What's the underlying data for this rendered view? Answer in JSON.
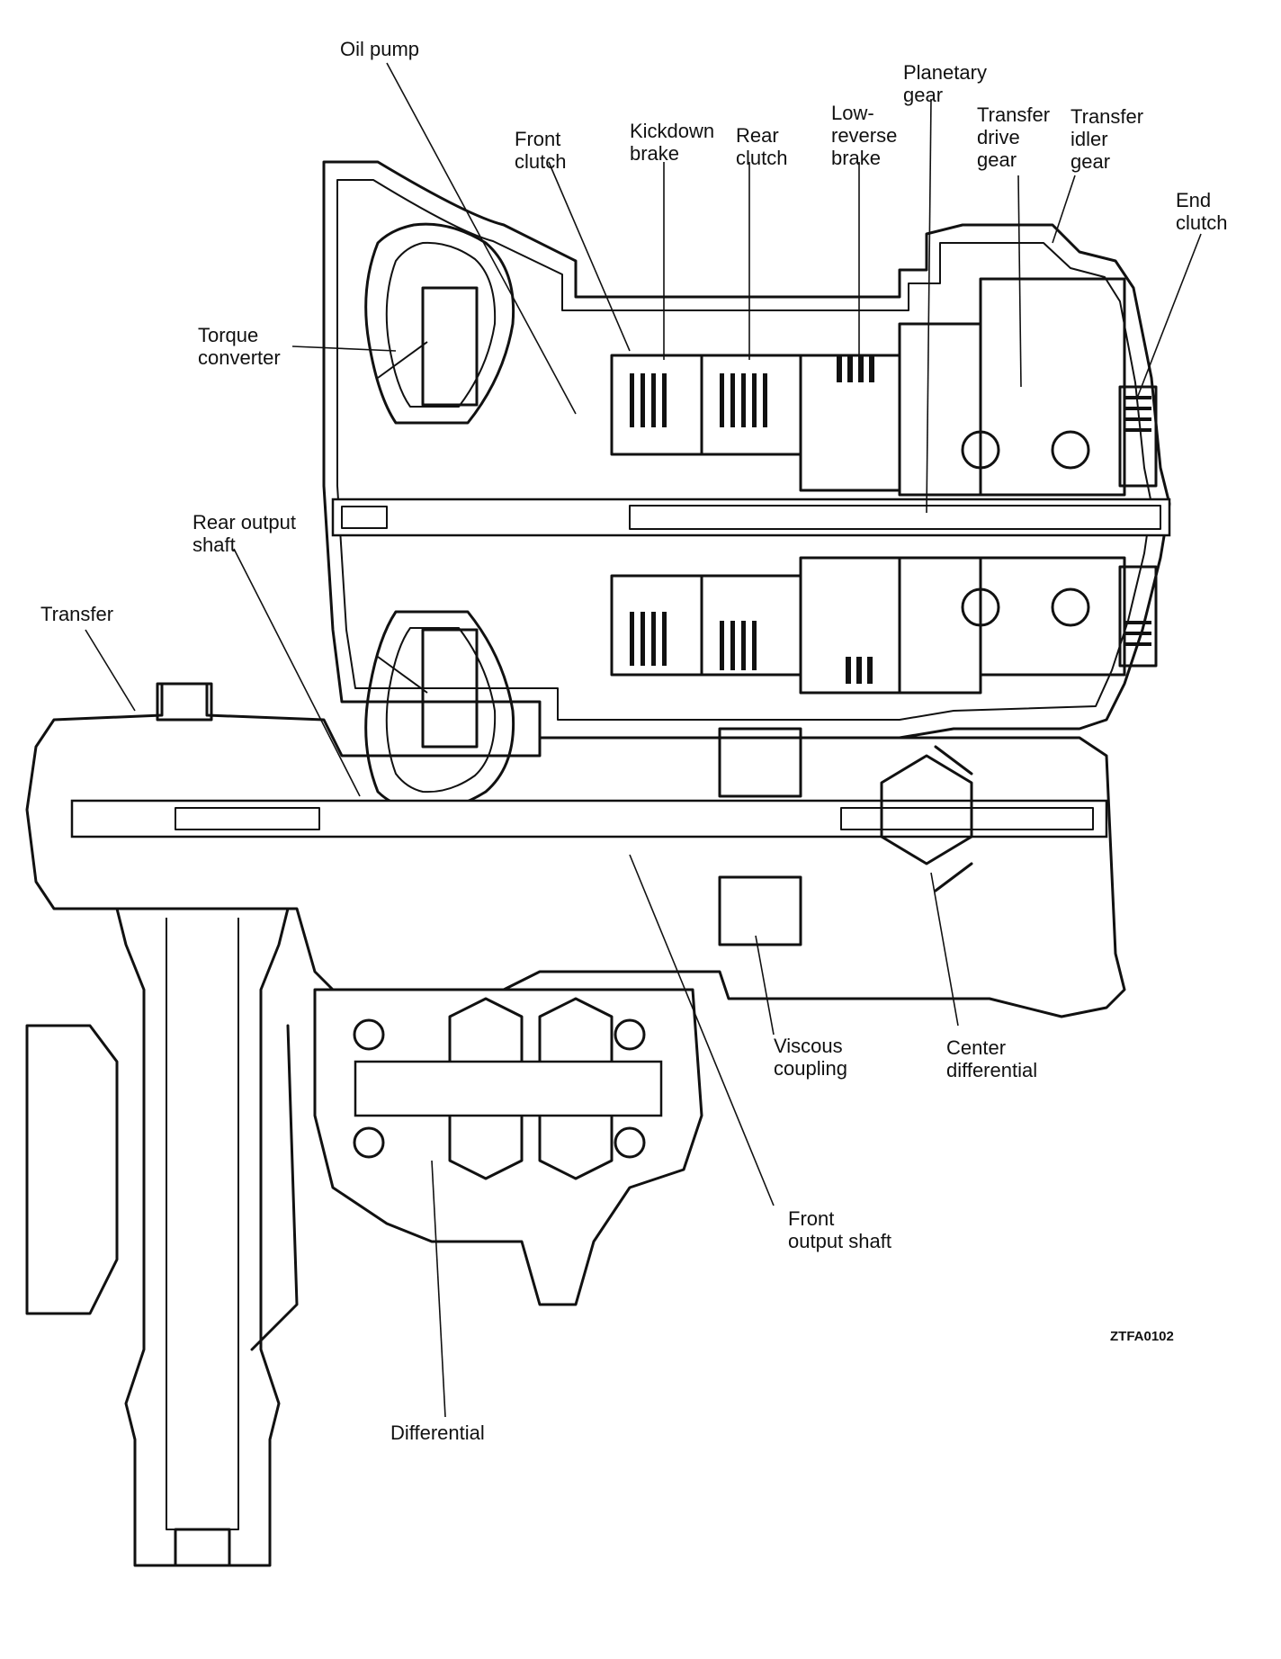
{
  "labels": {
    "oil_pump": [
      "Oil pump"
    ],
    "planetary_gear": [
      "Planetary",
      "gear"
    ],
    "front_clutch": [
      "Front",
      "clutch"
    ],
    "kickdown_brake": [
      "Kickdown",
      "brake"
    ],
    "rear_clutch": [
      "Rear",
      "clutch"
    ],
    "low_reverse_brake": [
      "Low-",
      "reverse",
      "brake"
    ],
    "transfer_drive_gear": [
      "Transfer",
      "drive",
      "gear"
    ],
    "transfer_idler_gear": [
      "Transfer",
      "idler",
      "gear"
    ],
    "end_clutch": [
      "End",
      "clutch"
    ],
    "torque_converter": [
      "Torque",
      "converter"
    ],
    "rear_output_shaft": [
      "Rear output",
      "shaft"
    ],
    "transfer": [
      "Transfer"
    ],
    "viscous_coupling": [
      "Viscous",
      "coupling"
    ],
    "center_differential": [
      "Center",
      "differential"
    ],
    "front_output_shaft": [
      "Front",
      "output shaft"
    ],
    "differential": [
      "Differential"
    ]
  },
  "figure_code": "ZTFA0102"
}
